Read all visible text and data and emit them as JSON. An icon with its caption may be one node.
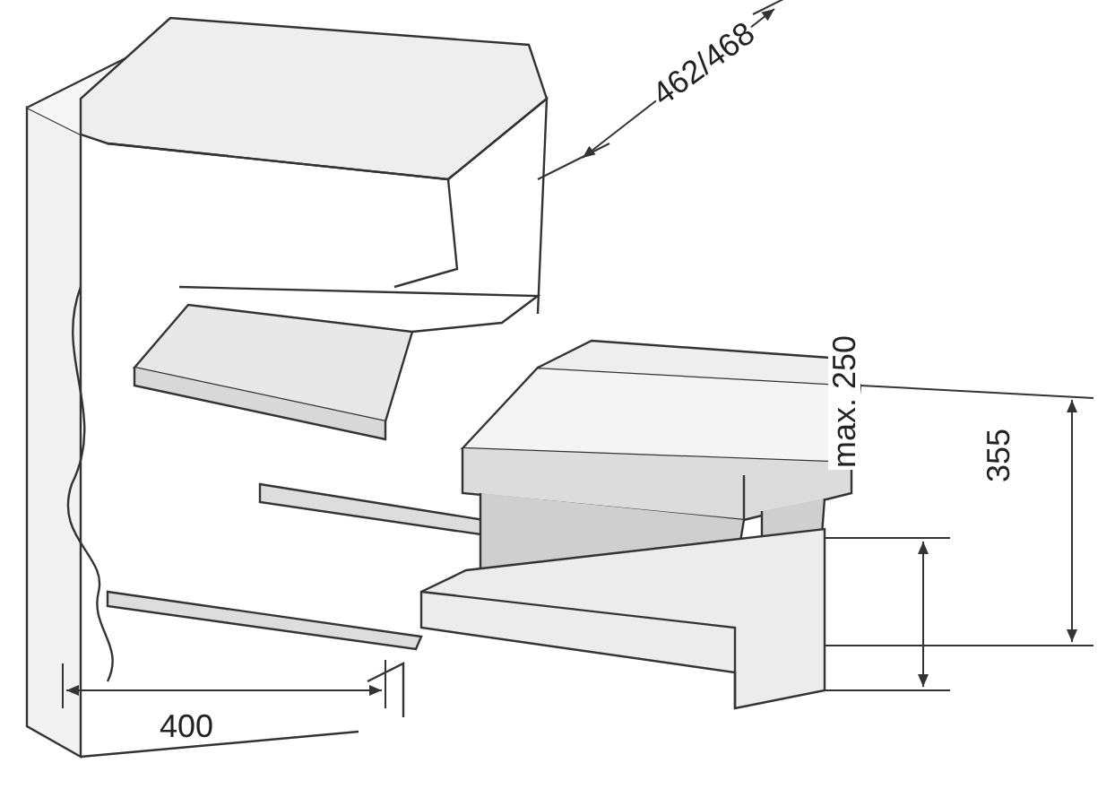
{
  "diagram": {
    "labels": [
      "462/468",
      "max. 250",
      "355",
      "400"
    ]
  }
}
